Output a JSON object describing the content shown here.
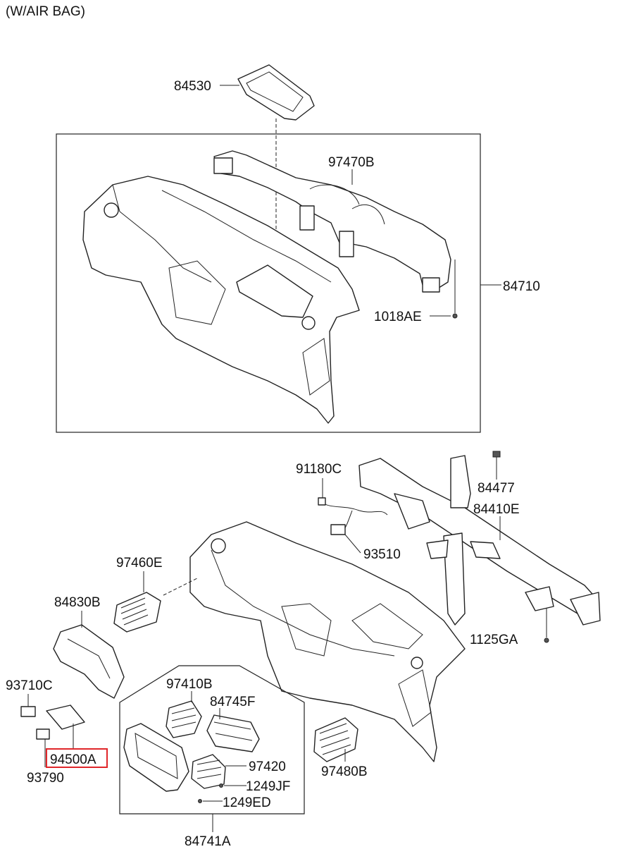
{
  "header": {
    "title": "(W/AIR BAG)"
  },
  "labels": {
    "p84530": "84530",
    "p97470B": "97470B",
    "p84710": "84710",
    "p1018AE": "1018AE",
    "p91180C": "91180C",
    "p84477": "84477",
    "p84410E": "84410E",
    "p93510": "93510",
    "p97460E": "97460E",
    "p84830B": "84830B",
    "p1125GA": "1125GA",
    "p93710C": "93710C",
    "p97410B": "97410B",
    "p84745F": "84745F",
    "p94500A": "94500A",
    "p93790": "93790",
    "p97420": "97420",
    "p1249JF": "1249JF",
    "p1249ED": "1249ED",
    "p97480B": "97480B",
    "p84741A": "84741A"
  },
  "highlight": {
    "part": "94500A",
    "color": "#e0262a"
  }
}
